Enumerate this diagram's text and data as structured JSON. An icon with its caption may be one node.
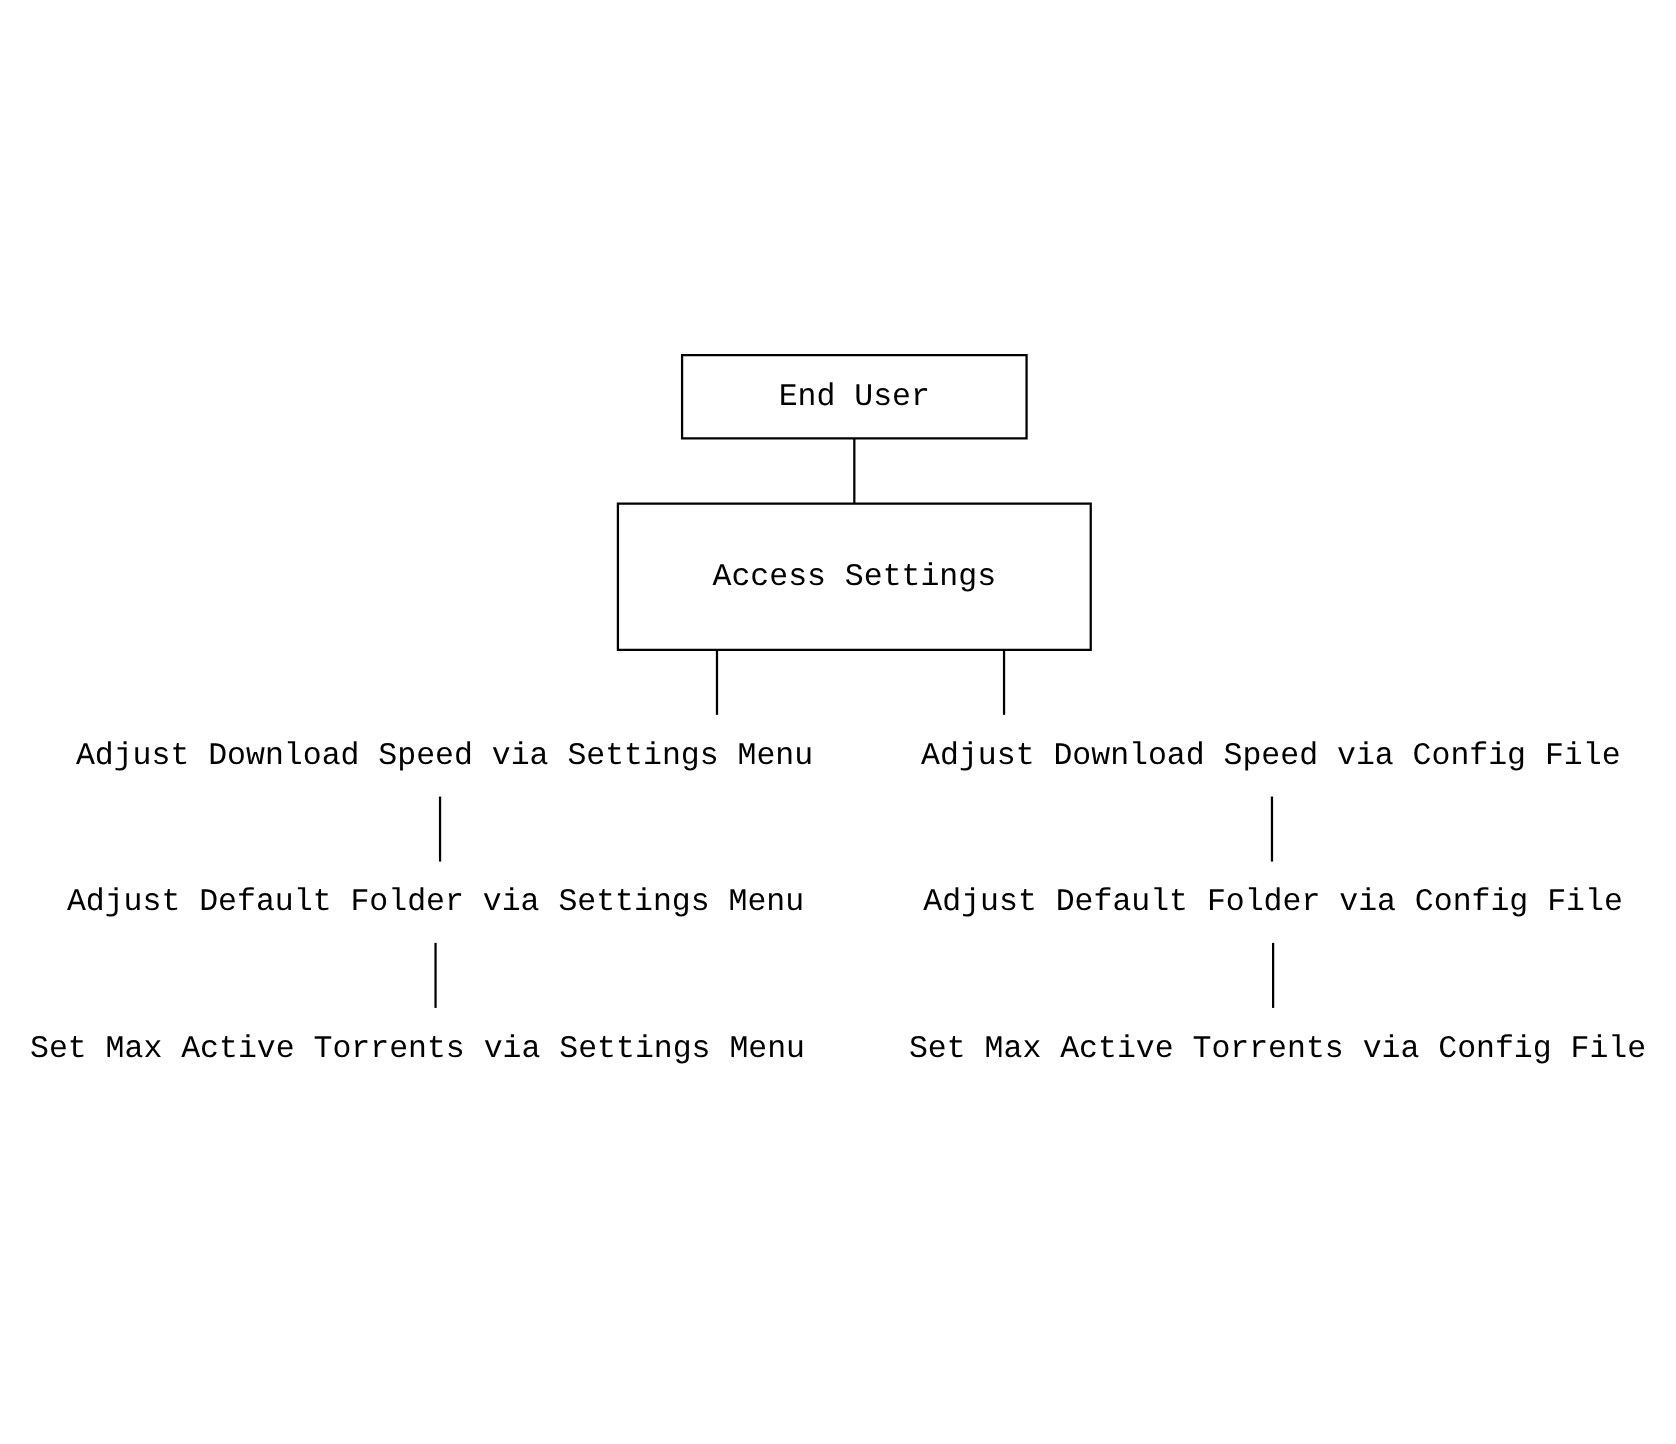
{
  "diagram": {
    "nodes": [
      {
        "text": [
          "End User"
        ]
      },
      {
        "text": [
          "Access Settings"
        ]
      },
      {
        "text": [
          "Adjust Download Speed via Settings Menu"
        ]
      },
      {
        "text": [
          "Adjust Download Speed via Config File"
        ]
      },
      {
        "text": [
          "Adjust Default Folder via Settings Menu"
        ]
      },
      {
        "text": [
          "Adjust Default Folder via Config File"
        ]
      },
      {
        "text": [
          "Set Max Active Torrents via Settings Menu"
        ]
      },
      {
        "text": [
          "Set Max Active Torrents via Config File"
        ]
      }
    ],
    "edges": [
      {
        "from": 0,
        "to": 1,
        "arrow": "none"
      },
      {
        "from": 1,
        "to": 2,
        "arrow": "none"
      },
      {
        "from": 1,
        "to": 3,
        "arrow": "none"
      },
      {
        "from": 2,
        "to": 4,
        "arrow": "none"
      },
      {
        "from": 4,
        "to": 6,
        "arrow": "none"
      },
      {
        "from": 3,
        "to": 5,
        "arrow": "none"
      },
      {
        "from": 5,
        "to": 7,
        "arrow": "none"
      }
    ]
  }
}
